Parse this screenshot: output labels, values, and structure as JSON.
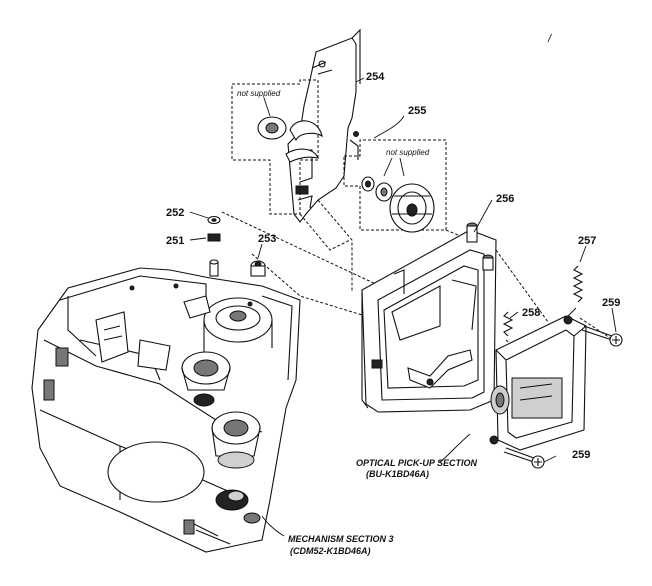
{
  "labels": {
    "p251": "251",
    "p252": "252",
    "p253": "253",
    "p254": "254",
    "p255": "255",
    "p256": "256",
    "p257": "257",
    "p258": "258",
    "p259a": "259",
    "p259b": "259"
  },
  "notes": {
    "not_supplied_1": "not supplied",
    "not_supplied_2": "not supplied"
  },
  "captions": {
    "optical_line1": "OPTICAL PICK-UP SECTION",
    "optical_line2": "(BU-K1BD46A)",
    "mechanism_line1": "MECHANISM SECTION 3",
    "mechanism_line2": "(CDM52-K1BD46A)"
  },
  "mark": "/"
}
